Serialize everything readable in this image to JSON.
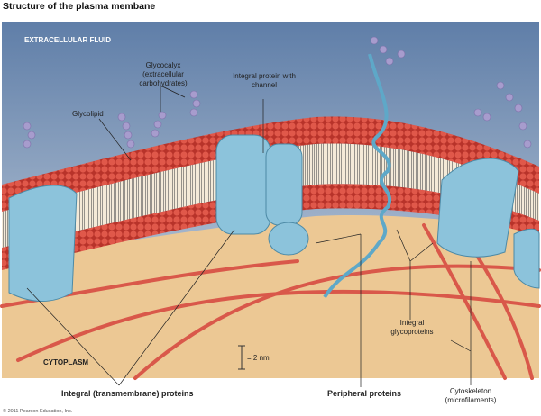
{
  "title": "Structure of the plasma membane",
  "labels": {
    "extracellular": "EXTRACELLULAR FLUID",
    "glycocalyx": "Glycocalyx (extracellular carbohydrates)",
    "channel": "Integral protein with channel",
    "glycolipid": "Glycolipid",
    "glycoproteins": "Integral glycoproteins",
    "cytoplasm": "CYTOPLASM",
    "scale": "= 2 nm",
    "integral": "Integral (transmembrane) proteins",
    "peripheral": "Peripheral proteins",
    "cytoskeleton": "Cytoskeleton (microfilaments)"
  },
  "copyright": "© 2011 Pearson Education, Inc.",
  "colors": {
    "fluid_top": "#5f7ea8",
    "fluid_bottom": "#c9d3df",
    "cytoplasm": "#ecc894",
    "heads": "#d9473a",
    "protein": "#8cc3db",
    "carb": "#a79ccd",
    "filament": "#d9584a"
  }
}
